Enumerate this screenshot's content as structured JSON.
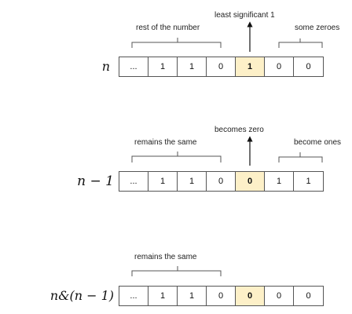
{
  "rows": [
    {
      "label": "n",
      "cells": [
        "...",
        "1",
        "1",
        "0",
        "1",
        "0",
        "0"
      ],
      "highlight_index": 4,
      "left_note": "rest of the number",
      "arrow_note": "least significant 1",
      "right_note": "some zeroes"
    },
    {
      "label": "n − 1",
      "cells": [
        "...",
        "1",
        "1",
        "0",
        "0",
        "1",
        "1"
      ],
      "highlight_index": 4,
      "left_note": "remains the same",
      "arrow_note": "becomes zero",
      "right_note": "become ones"
    },
    {
      "label": "n&(n − 1)",
      "cells": [
        "...",
        "1",
        "1",
        "0",
        "0",
        "0",
        "0"
      ],
      "highlight_index": 4,
      "left_note": "remains the same"
    }
  ],
  "colors": {
    "highlight": "#fdf0c8",
    "border": "#555555"
  }
}
